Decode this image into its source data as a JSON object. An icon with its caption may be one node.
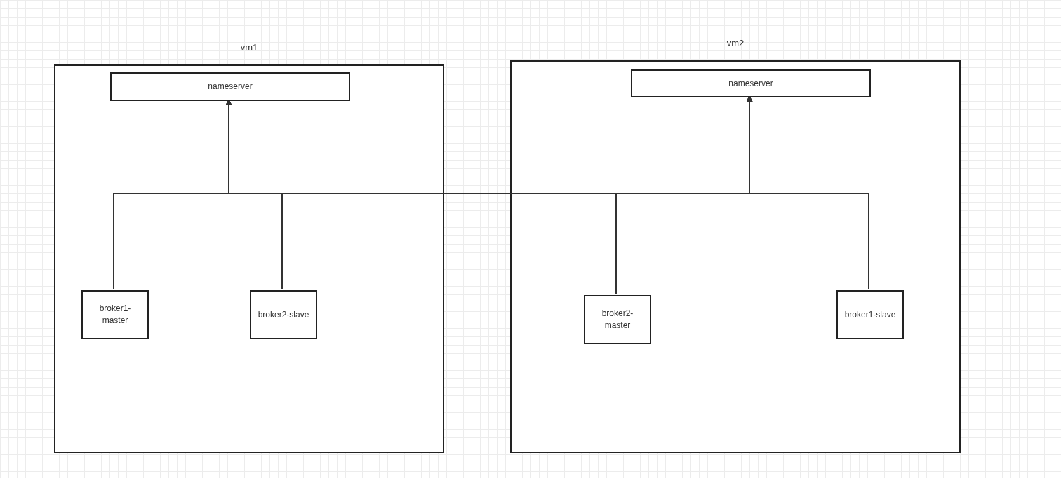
{
  "diagram": {
    "nodes": [
      {
        "text": [
          "vm1"
        ]
      },
      {
        "text": [
          "nameserver"
        ],
        "in": 0
      },
      {
        "text": [
          "broker1-master"
        ],
        "in": 0
      },
      {
        "text": [
          "broker2-slave"
        ],
        "in": 0
      },
      {
        "text": [
          "vm2"
        ]
      },
      {
        "text": [
          "nameserver"
        ],
        "in": 4
      },
      {
        "text": [
          "broker2-master"
        ],
        "in": 4
      },
      {
        "text": [
          "broker1-slave"
        ],
        "in": 4
      }
    ],
    "edges": [
      {
        "from": 2,
        "to": 1,
        "arrow": "to"
      },
      {
        "from": 3,
        "to": 1,
        "arrow": "to"
      },
      {
        "from": 6,
        "to": 1,
        "arrow": "to"
      },
      {
        "from": 7,
        "to": 1,
        "arrow": "to"
      },
      {
        "from": 2,
        "to": 5,
        "arrow": "to"
      },
      {
        "from": 3,
        "to": 5,
        "arrow": "to"
      },
      {
        "from": 6,
        "to": 5,
        "arrow": "to"
      },
      {
        "from": 7,
        "to": 5,
        "arrow": "to"
      }
    ]
  }
}
